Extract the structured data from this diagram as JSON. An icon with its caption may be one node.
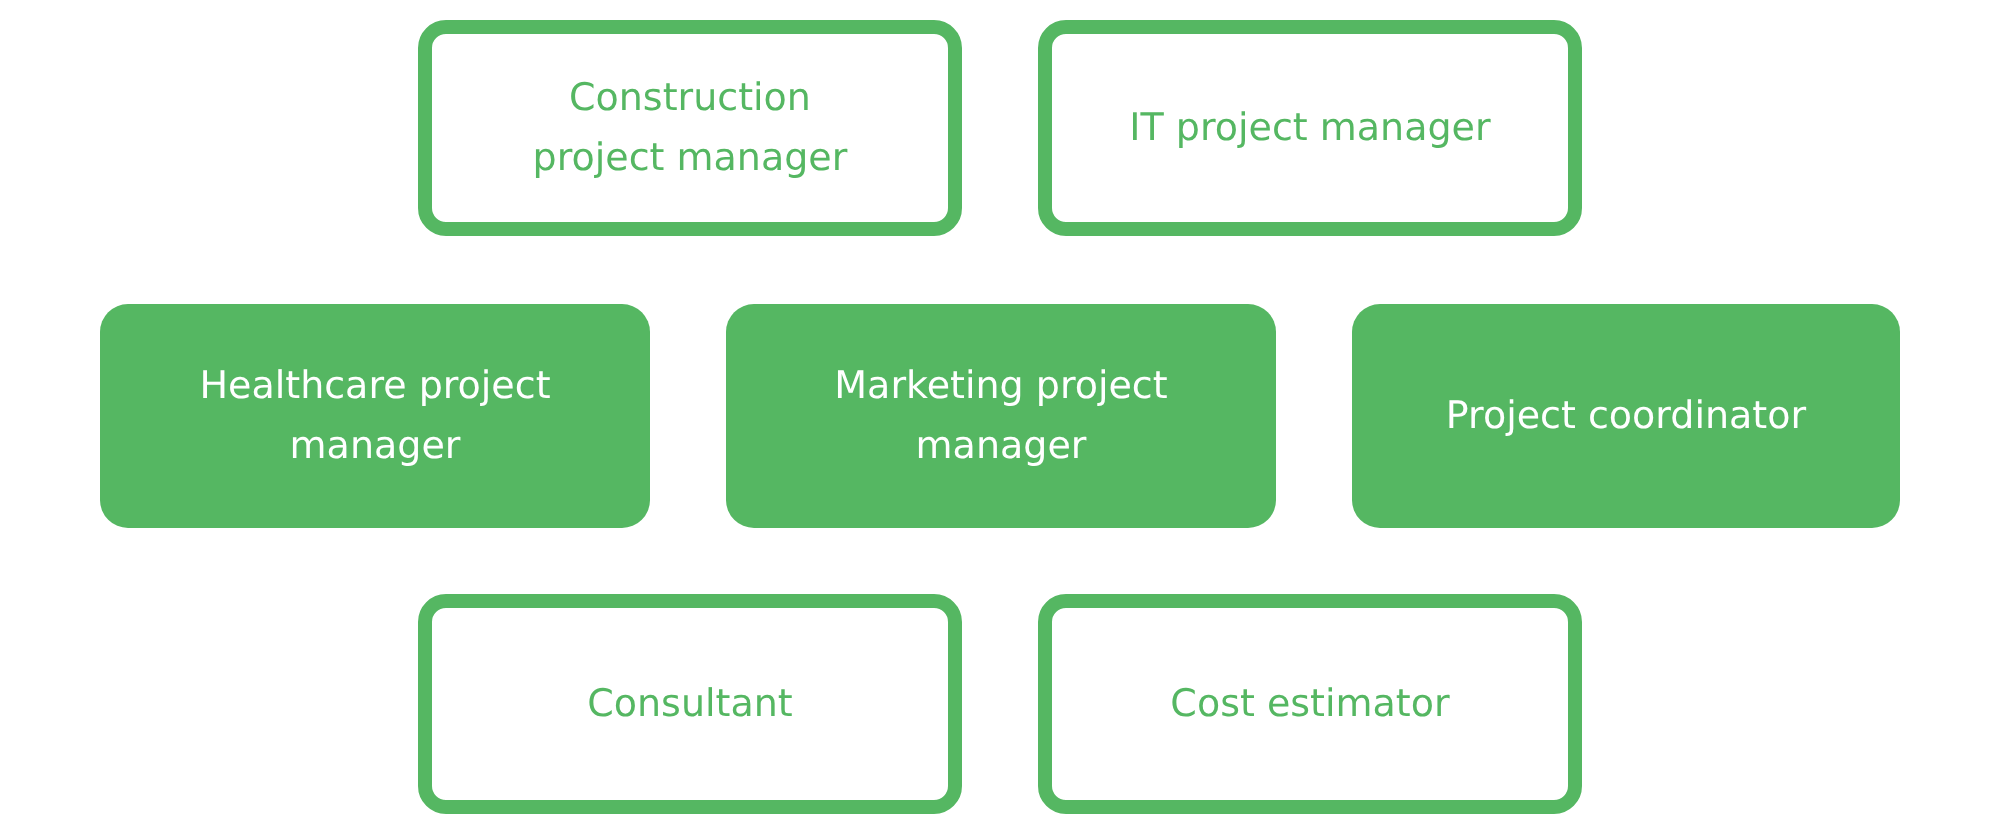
{
  "diagram": {
    "nodes": [
      {
        "text": [
          "Construction project manager"
        ]
      },
      {
        "text": [
          "IT project manager"
        ]
      },
      {
        "text": [
          "Healthcare project manager"
        ]
      },
      {
        "text": [
          "Marketing project manager"
        ]
      },
      {
        "text": [
          "Project coordinator"
        ]
      },
      {
        "text": [
          "Consultant"
        ]
      },
      {
        "text": [
          "Cost estimator"
        ]
      }
    ]
  }
}
